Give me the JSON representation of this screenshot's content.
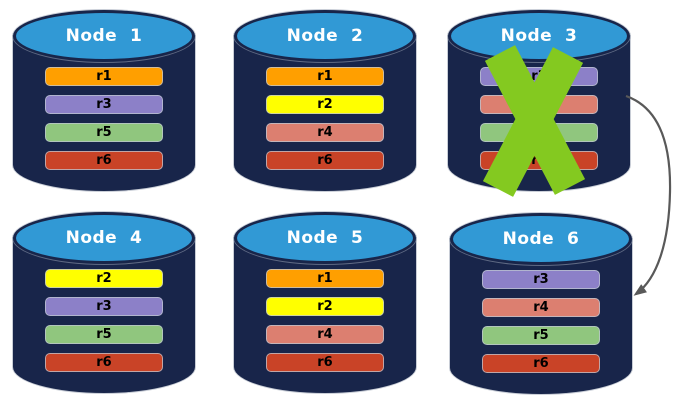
{
  "palette": {
    "background": "#FFFFFF",
    "cylinder_body": "#18254A",
    "cylinder_top": "#3199D5",
    "node_title_text": "#FFFFFF",
    "bar_label_text": "#000000"
  },
  "nodes": [
    {
      "title": "Node  1",
      "bars": [
        {
          "label": "r1",
          "color": "#FF9F00"
        },
        {
          "label": "r3",
          "color": "#8C80C8"
        },
        {
          "label": "r5",
          "color": "#90C67E"
        },
        {
          "label": "r6",
          "color": "#C94327"
        }
      ]
    },
    {
      "title": "Node  2",
      "bars": [
        {
          "label": "r1",
          "color": "#FF9F00"
        },
        {
          "label": "r2",
          "color": "#FFFF00"
        },
        {
          "label": "r4",
          "color": "#DC7F70"
        },
        {
          "label": "r6",
          "color": "#C94327"
        }
      ]
    },
    {
      "title": "Node  3",
      "bars": [
        {
          "label": "r3",
          "color": "#8C80C8"
        },
        {
          "label": "r4",
          "color": "#DC7F70"
        },
        {
          "label": "r5",
          "color": "#90C67E"
        },
        {
          "label": "r6",
          "color": "#C94327"
        }
      ]
    },
    {
      "title": "Node  4",
      "bars": [
        {
          "label": "r2",
          "color": "#FFFF00"
        },
        {
          "label": "r3",
          "color": "#8C80C8"
        },
        {
          "label": "r5",
          "color": "#90C67E"
        },
        {
          "label": "r6",
          "color": "#C94327"
        }
      ]
    },
    {
      "title": "Node  5",
      "bars": [
        {
          "label": "r1",
          "color": "#FF9F00"
        },
        {
          "label": "r2",
          "color": "#FFFF00"
        },
        {
          "label": "r4",
          "color": "#DC7F70"
        },
        {
          "label": "r6",
          "color": "#C94327"
        }
      ]
    },
    {
      "title": "Node  6",
      "bars": [
        {
          "label": "r3",
          "color": "#8C80C8"
        },
        {
          "label": "r4",
          "color": "#DC7F70"
        },
        {
          "label": "r5",
          "color": "#90C67E"
        },
        {
          "label": "r6",
          "color": "#C94327"
        }
      ]
    }
  ],
  "annotations": {
    "failure_x": {
      "on_node": "Node  3",
      "color": "#84C920"
    },
    "failover_arrow": {
      "from_node": "Node  3",
      "to_node": "Node  6",
      "color": "#595959"
    }
  }
}
